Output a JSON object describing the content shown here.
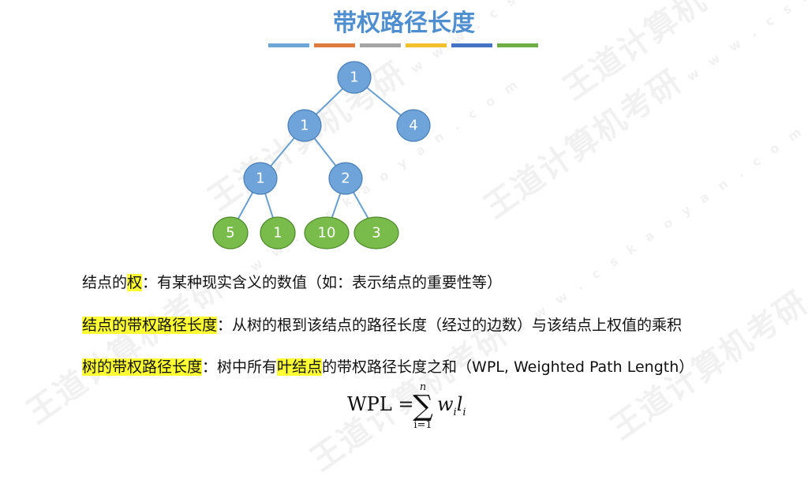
{
  "title": "带权路径长度",
  "color_bar": [
    "#6ea6d8",
    "#e07b3f",
    "#a5a5a5",
    "#f2c02c",
    "#4672c4",
    "#70ad47"
  ],
  "watermark": {
    "brand": "王道计算机考研",
    "url": "w w w . c s k a o y a n . c o m"
  },
  "tree": {
    "nodes": [
      {
        "id": "root",
        "value": "1",
        "color": "blue"
      },
      {
        "id": "l",
        "value": "1",
        "color": "blue"
      },
      {
        "id": "r",
        "value": "4",
        "color": "blue"
      },
      {
        "id": "ll",
        "value": "1",
        "color": "blue"
      },
      {
        "id": "lr",
        "value": "2",
        "color": "blue"
      },
      {
        "id": "lll",
        "value": "5",
        "color": "green"
      },
      {
        "id": "llr",
        "value": "1",
        "color": "green"
      },
      {
        "id": "lrl",
        "value": "10",
        "color": "green"
      },
      {
        "id": "lrr",
        "value": "3",
        "color": "green"
      }
    ],
    "edges": [
      [
        "root",
        "l"
      ],
      [
        "root",
        "r"
      ],
      [
        "l",
        "ll"
      ],
      [
        "l",
        "lr"
      ],
      [
        "ll",
        "lll"
      ],
      [
        "ll",
        "llr"
      ],
      [
        "lr",
        "lrl"
      ],
      [
        "lr",
        "lrr"
      ]
    ]
  },
  "lines": [
    {
      "prefix": "结点的",
      "highlight": "权",
      "rest": "：有某种现实含义的数值（如：表示结点的重要性等）"
    },
    {
      "highlight": "结点的带权路径长度",
      "rest": "：从树的根到该结点的路径长度（经过的边数）与该结点上权值的乘积"
    },
    {
      "highlight": "树的带权路径长度",
      "mid": "：树中所有",
      "highlight2": "叶结点",
      "rest": "的带权路径长度之和（WPL, Weighted Path Length）"
    }
  ],
  "formula": {
    "lhs": "WPL =",
    "upper": "n",
    "sigma": "∑",
    "lower": "i=1",
    "term1": "w",
    "sub1": "i",
    "term2": "l",
    "sub2": "i"
  }
}
